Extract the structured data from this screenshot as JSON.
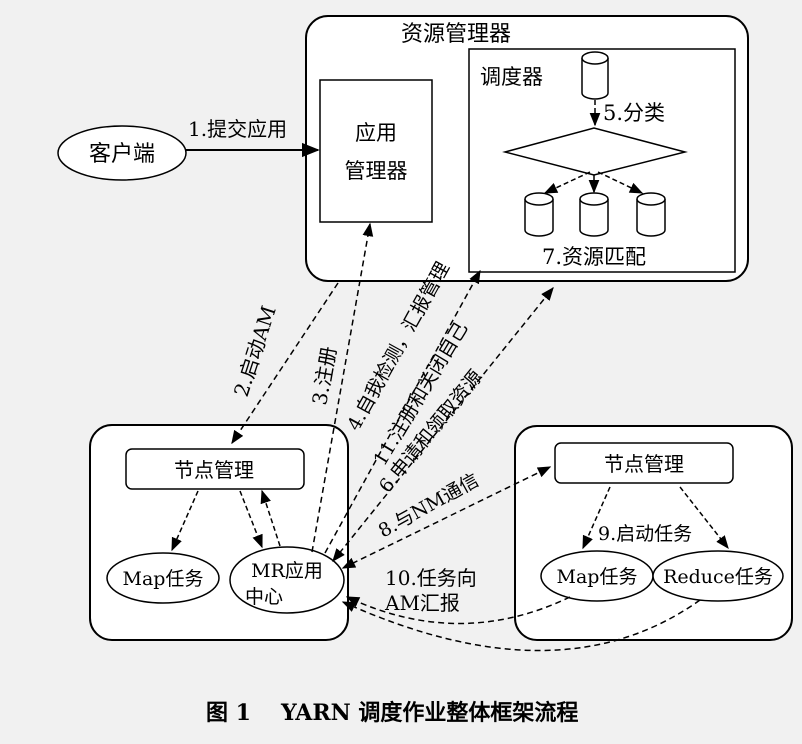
{
  "resource_manager": {
    "title": "资源管理器"
  },
  "app_manager": {
    "line1": "应用",
    "line2": "管理器"
  },
  "scheduler": {
    "label": "调度器",
    "classify": "5.分类",
    "match": "7.资源匹配"
  },
  "client": {
    "label": "客户端"
  },
  "left_node": {
    "manager": "节点管理",
    "map_task": "Map任务",
    "mr_line1": "MR应用",
    "mr_line2": "中心"
  },
  "right_node": {
    "manager": "节点管理",
    "map_task": "Map任务",
    "reduce_task": "Reduce任务"
  },
  "steps": {
    "s1": "1.提交应用",
    "s2": "2.启动AM",
    "s3": "3.注册",
    "s4": "4.自我检测，汇报管理",
    "s11": "11.注册和关闭自己",
    "s6": "6.申请和领取资源",
    "s8": "8.与NM通信",
    "s9": "9.启动任务",
    "s10a": "10.任务向",
    "s10b": "AM汇报"
  },
  "caption": {
    "fig": "图 1",
    "text": "YARN 调度作业整体框架流程"
  }
}
